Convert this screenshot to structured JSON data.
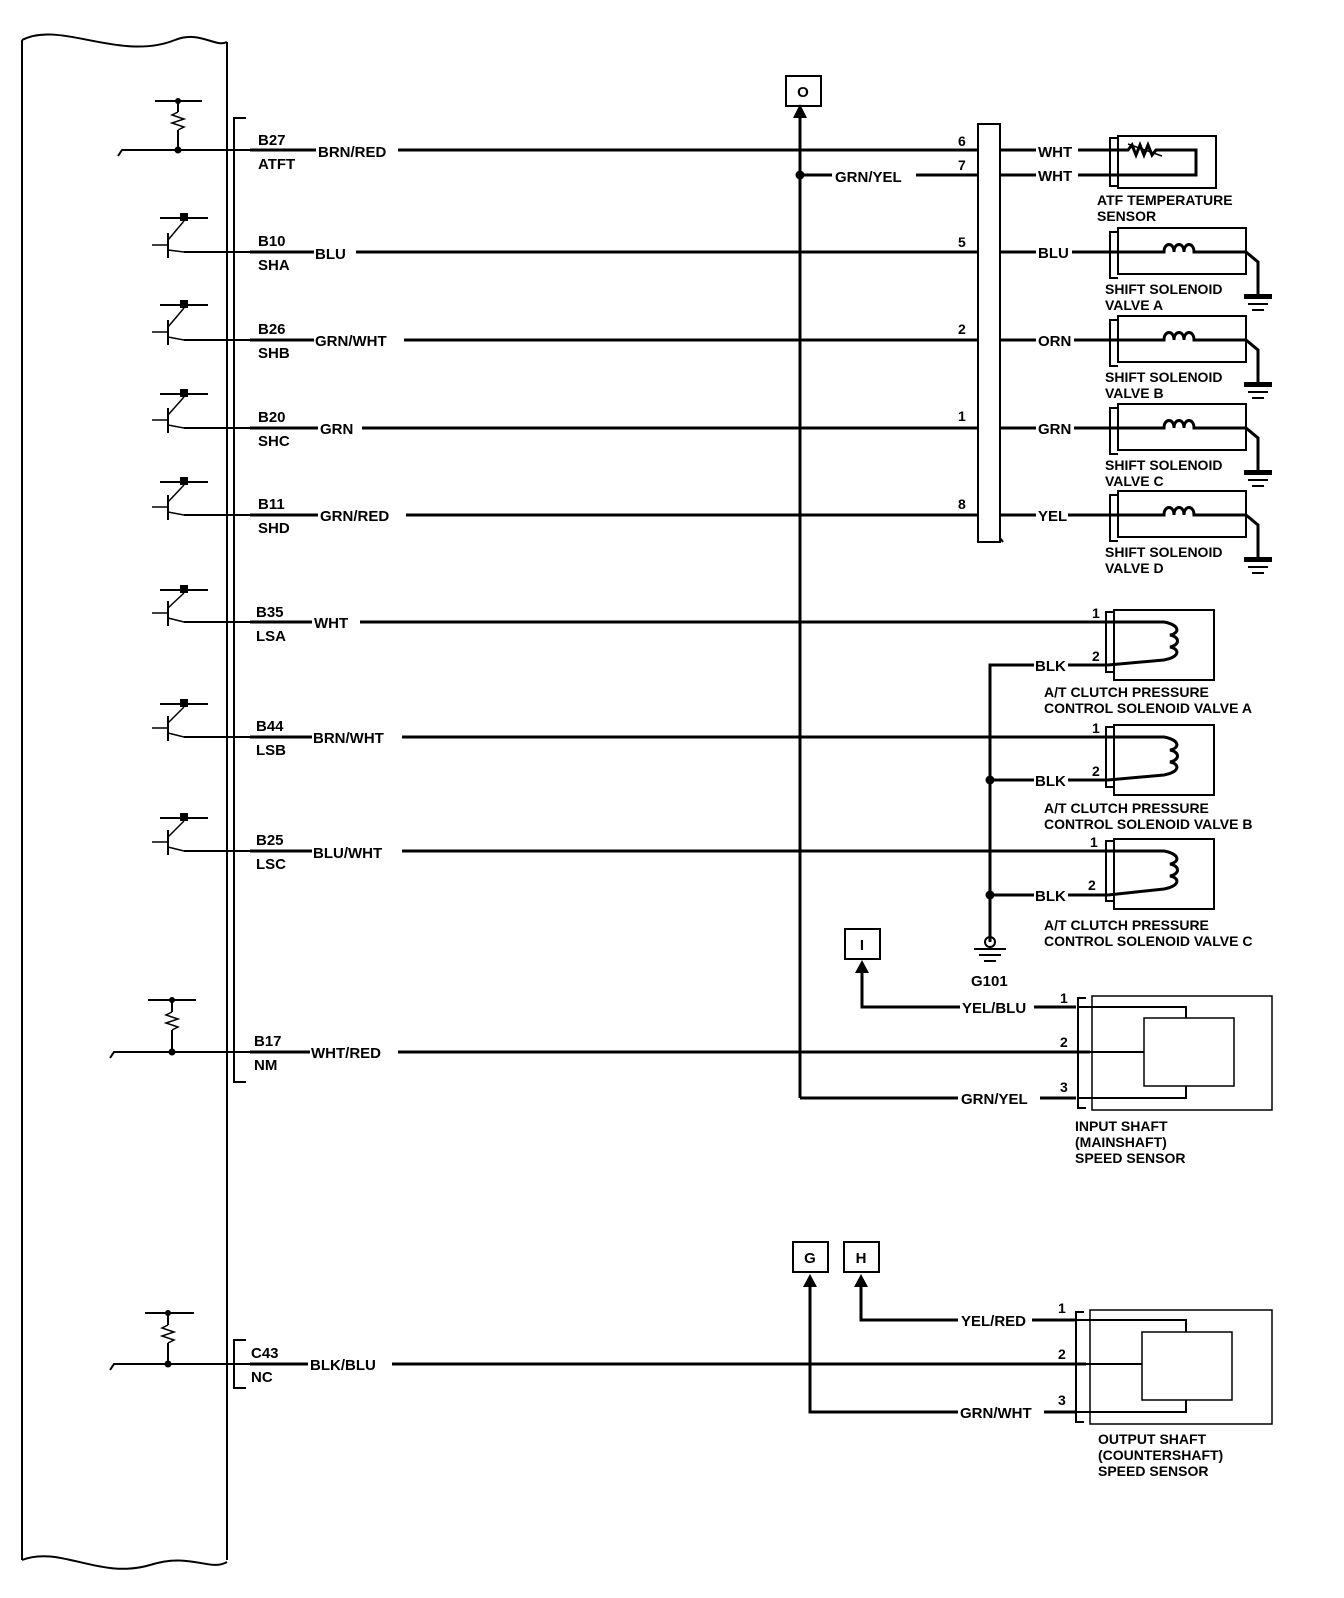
{
  "ecm": {
    "pins": [
      {
        "pin": "B27",
        "sig": "ATFT"
      },
      {
        "pin": "B10",
        "sig": "SHA"
      },
      {
        "pin": "B26",
        "sig": "SHB"
      },
      {
        "pin": "B20",
        "sig": "SHC"
      },
      {
        "pin": "B11",
        "sig": "SHD"
      },
      {
        "pin": "B35",
        "sig": "LSA"
      },
      {
        "pin": "B44",
        "sig": "LSB"
      },
      {
        "pin": "B25",
        "sig": "LSC"
      },
      {
        "pin": "B17",
        "sig": "NM"
      },
      {
        "pin": "C43",
        "sig": "NC"
      }
    ]
  },
  "wires": {
    "ecm_side": [
      "BRN/RED",
      "BLU",
      "GRN/WHT",
      "GRN",
      "GRN/RED",
      "WHT",
      "BRN/WHT",
      "BLU/WHT",
      "WHT/RED",
      "BLK/BLU"
    ],
    "grn_yel_top": "GRN/YEL",
    "harness_side": [
      "WHT",
      "WHT",
      "BLU",
      "ORN",
      "GRN",
      "YEL"
    ],
    "blk": "BLK",
    "input_sensor": [
      "YEL/BLU",
      "GRN/YEL"
    ],
    "output_sensor": [
      "YEL/RED",
      "GRN/WHT"
    ]
  },
  "connector_pins": {
    "harness": [
      "6",
      "7",
      "5",
      "2",
      "1",
      "8"
    ],
    "solenoid": [
      "1",
      "2"
    ],
    "sensor": [
      "1",
      "2",
      "3"
    ]
  },
  "refs": {
    "o": "O",
    "i": "I",
    "g": "G",
    "h": "H"
  },
  "ground": "G101",
  "components": {
    "atf": [
      "ATF TEMPERATURE",
      "SENSOR"
    ],
    "sha": [
      "SHIFT SOLENOID",
      "VALVE A"
    ],
    "shb": [
      "SHIFT SOLENOID",
      "VALVE B"
    ],
    "shc": [
      "SHIFT SOLENOID",
      "VALVE C"
    ],
    "shd": [
      "SHIFT SOLENOID",
      "VALVE D"
    ],
    "lsa": [
      "A/T CLUTCH PRESSURE",
      "CONTROL SOLENOID VALVE A"
    ],
    "lsb": [
      "A/T CLUTCH PRESSURE",
      "CONTROL SOLENOID VALVE B"
    ],
    "lsc": [
      "A/T CLUTCH PRESSURE",
      "CONTROL SOLENOID VALVE C"
    ],
    "input": [
      "INPUT SHAFT",
      "(MAINSHAFT)",
      "SPEED SENSOR"
    ],
    "output": [
      "OUTPUT SHAFT",
      "(COUNTERSHAFT)",
      "SPEED SENSOR"
    ]
  }
}
